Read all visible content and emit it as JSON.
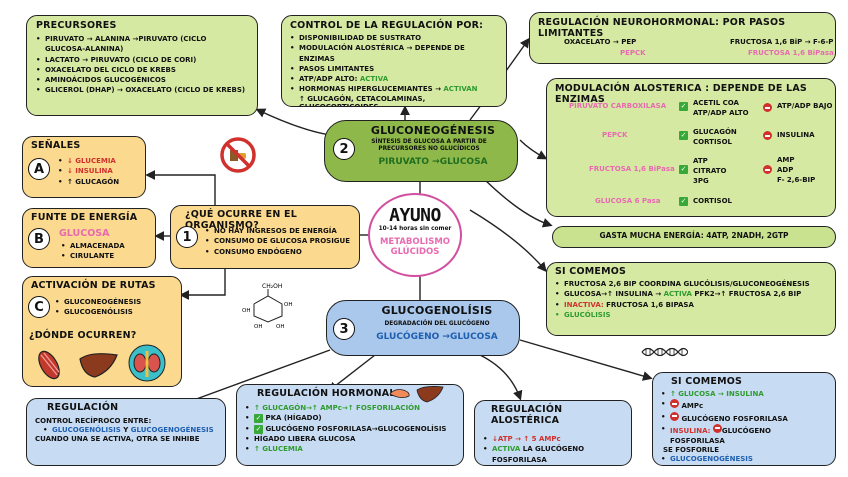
{
  "precursores": {
    "title": "PRECURSORES",
    "items": [
      "PIRUVATO → ALANINA →PIRUVATO (CICLO GLUCOSA-ALANINA)",
      "LACTATO → PIRUVATO (CICLO DE CORI)",
      "OXACELATO DEL CICLO DE KREBS",
      "AMINOÁCIDOS GLUCOGÉNICOS",
      "GLICEROL (DHAP) → OXACELATO (CICLO DE KREBS)"
    ]
  },
  "control": {
    "title": "CONTROL DE LA REGULACIÓN POR:",
    "items": [
      "DISPONIBILIDAD DE SUSTRATO",
      "MODULACIÓN ALOSTÉRICA → DEPENDE DE ENZIMAS",
      "PASOS LIMITANTES"
    ],
    "atp_prefix": "ATP/ADP ALTO: ",
    "atp_value": "ACTIVA",
    "horm_prefix": "HORMONAS HIPERGLUCEMIANTES → ",
    "horm_value": "ACTIVAN",
    "horm_line2": "↑ GLUCAGÓN, CETACOLAMINAS, GLUCOCORTICOIDES"
  },
  "neuro": {
    "title": "REGULACIÓN  NEUROHORMONAL: POR PASOS LIMITANTES",
    "left_top": "OXACELATO    →    PEP",
    "left_bottom": "PEPCK",
    "right_top": "FRUCTOSA 1,6 BiP → F-6-P",
    "right_bottom": "FRUCTOSA 1,6 BiPasa"
  },
  "modulacion": {
    "title": "MODULACIÓN ALOSTERICA : DEPENDE DE LAS ENZIMAS",
    "rows": [
      {
        "enzyme": "PIRUVATO CARBOXILASA",
        "act": "ACETIL COA\nATP/ADP ALTO",
        "inh": "ATP/ADP BAJO"
      },
      {
        "enzyme": "PEPCK",
        "act": "GLUCAGÓN\nCORTISOL",
        "inh": "INSULINA"
      },
      {
        "enzyme": "FRUCTOSA 1,6 BiPasa",
        "act": "ATP\nCITRATO\n3PG",
        "inh": "AMP\nADP\nF- 2,6-BIP"
      },
      {
        "enzyme": "GLUCOSA 6 Pasa",
        "act": "CORTISOL",
        "inh": ""
      }
    ]
  },
  "gasta": {
    "text": "GASTA MUCHA ENERGÍA: 4ATP, 2NADH, 2GTP"
  },
  "si_comemos_1": {
    "title": "SI COMEMOS",
    "item1": "FRUCTOSA 2,6 BIP COORDINA GLUCÓLISIS/GLUCONEOGÉNESIS",
    "item2_a": "GLUCOSA→↑ INSULINA → ",
    "item2_b": "ACTIVA",
    "item2_c": " PFK2→↑ FRUCTOSA 2,6 BIP",
    "item3_a": "INACTIVA:",
    "item3_b": " FRUCTOSA 1,6 BIPASA",
    "item4": "GLUCÓLISIS"
  },
  "senales": {
    "title": "SEÑALES",
    "letter": "A",
    "items": [
      "↓ GLUCEMIA",
      "↓ INSULINA",
      "↑ GLUCAGÓN"
    ]
  },
  "energia": {
    "title": "FUNTE DE ENERGÍA",
    "letter": "B",
    "main": "GLUCOSA",
    "items": [
      "ALMACENADA",
      "CIRULANTE"
    ]
  },
  "rutas": {
    "title": "ACTIVACIÓN DE RUTAS",
    "letter": "C",
    "items": [
      "GLUCONEOGÉNESIS",
      "GLUCOGENÓLISIS"
    ],
    "donde": "¿DÓNDE OCURREN?"
  },
  "que_ocurre": {
    "title": "¿QUÉ OCURRE EN EL ORGANISMO?",
    "number": "1",
    "items": [
      "NO HAY INGRESOS DE ENERGÍA",
      "CONSUMO DE GLUCOSA PROSIGUE",
      "CONSUMO ENDÓGENO"
    ]
  },
  "gluconeo": {
    "number": "2",
    "title": "GLUCONEOGÉNESIS",
    "sub": "SÍNTESIS DE GLUCOSA A PARTIR DE PRECURSORES NO GLUCÍDICOS",
    "formula": "PIRUVATO →GLUCOSA"
  },
  "ayuno": {
    "title": "AYUNO",
    "hours": "10-14 horas sin comer",
    "sub1": "METABOLISMO",
    "sub2": "GLÚCIDOS"
  },
  "glucogenolisis": {
    "number": "3",
    "title": "GLUCOGENOLÍSIS",
    "sub": "DEGRADACIÓN DEL GLUCÓGENO",
    "formula": "GLUCÓGENO →GLUCOSA"
  },
  "regulacion": {
    "title": "REGULACIÓN",
    "line1": "CONTROL RECÍPROCO ENTRE:",
    "item_a": "GLUCOGENÓLISIS",
    "item_y": " Y ",
    "item_b": "GLUCOGENOGÉNESIS",
    "line3": "CUANDO UNA SE ACTIVA, OTRA SE INHIBE"
  },
  "hormonal": {
    "title": "REGULACIÓN HORMONAL",
    "item1": "↑ GLUCAGÓN→↑ AMPc→↑  FOSFORILACIÓN",
    "item2": "PKA (HÍGADO)",
    "item3": "GLUCÓGENO FOSFORILASA→GLUCOGENOLÍSIS",
    "item4": "HÍGADO LIBERA GLUCOSA",
    "item5": "↑ GLUCEMIA"
  },
  "alosterica": {
    "title": "REGULACIÓN ALOSTÉRICA",
    "item1": "↓ATP →  ↑ 5 AMPc",
    "item2_a": "ACTIVA",
    "item2_b": " LA GLUCÓGENO FOSFORILASA"
  },
  "si_comemos_2": {
    "title": "SI COMEMOS",
    "item1": "↑ GLUCOSA → INSULINA",
    "item2": "AMPc",
    "item3": "GLUCÓGENO FOSFORILASA",
    "item4_a": "INSULINA: ",
    "item4_b": "GLUCÓGENO FOSFORILASA",
    "item4_c": "SE FOSFORILE",
    "item5": "GLUCOGENOGÉNESIS"
  },
  "molecule_labels": [
    "CH₂OH",
    "OH",
    "OH",
    "OH",
    "OH"
  ],
  "colors": {
    "green": "#d6e9a3",
    "orange": "#fbd98e",
    "blue": "#c7dbf2",
    "pink": "#e86ab0",
    "active": "#2f9b2f",
    "inhibit": "#d0312d"
  }
}
